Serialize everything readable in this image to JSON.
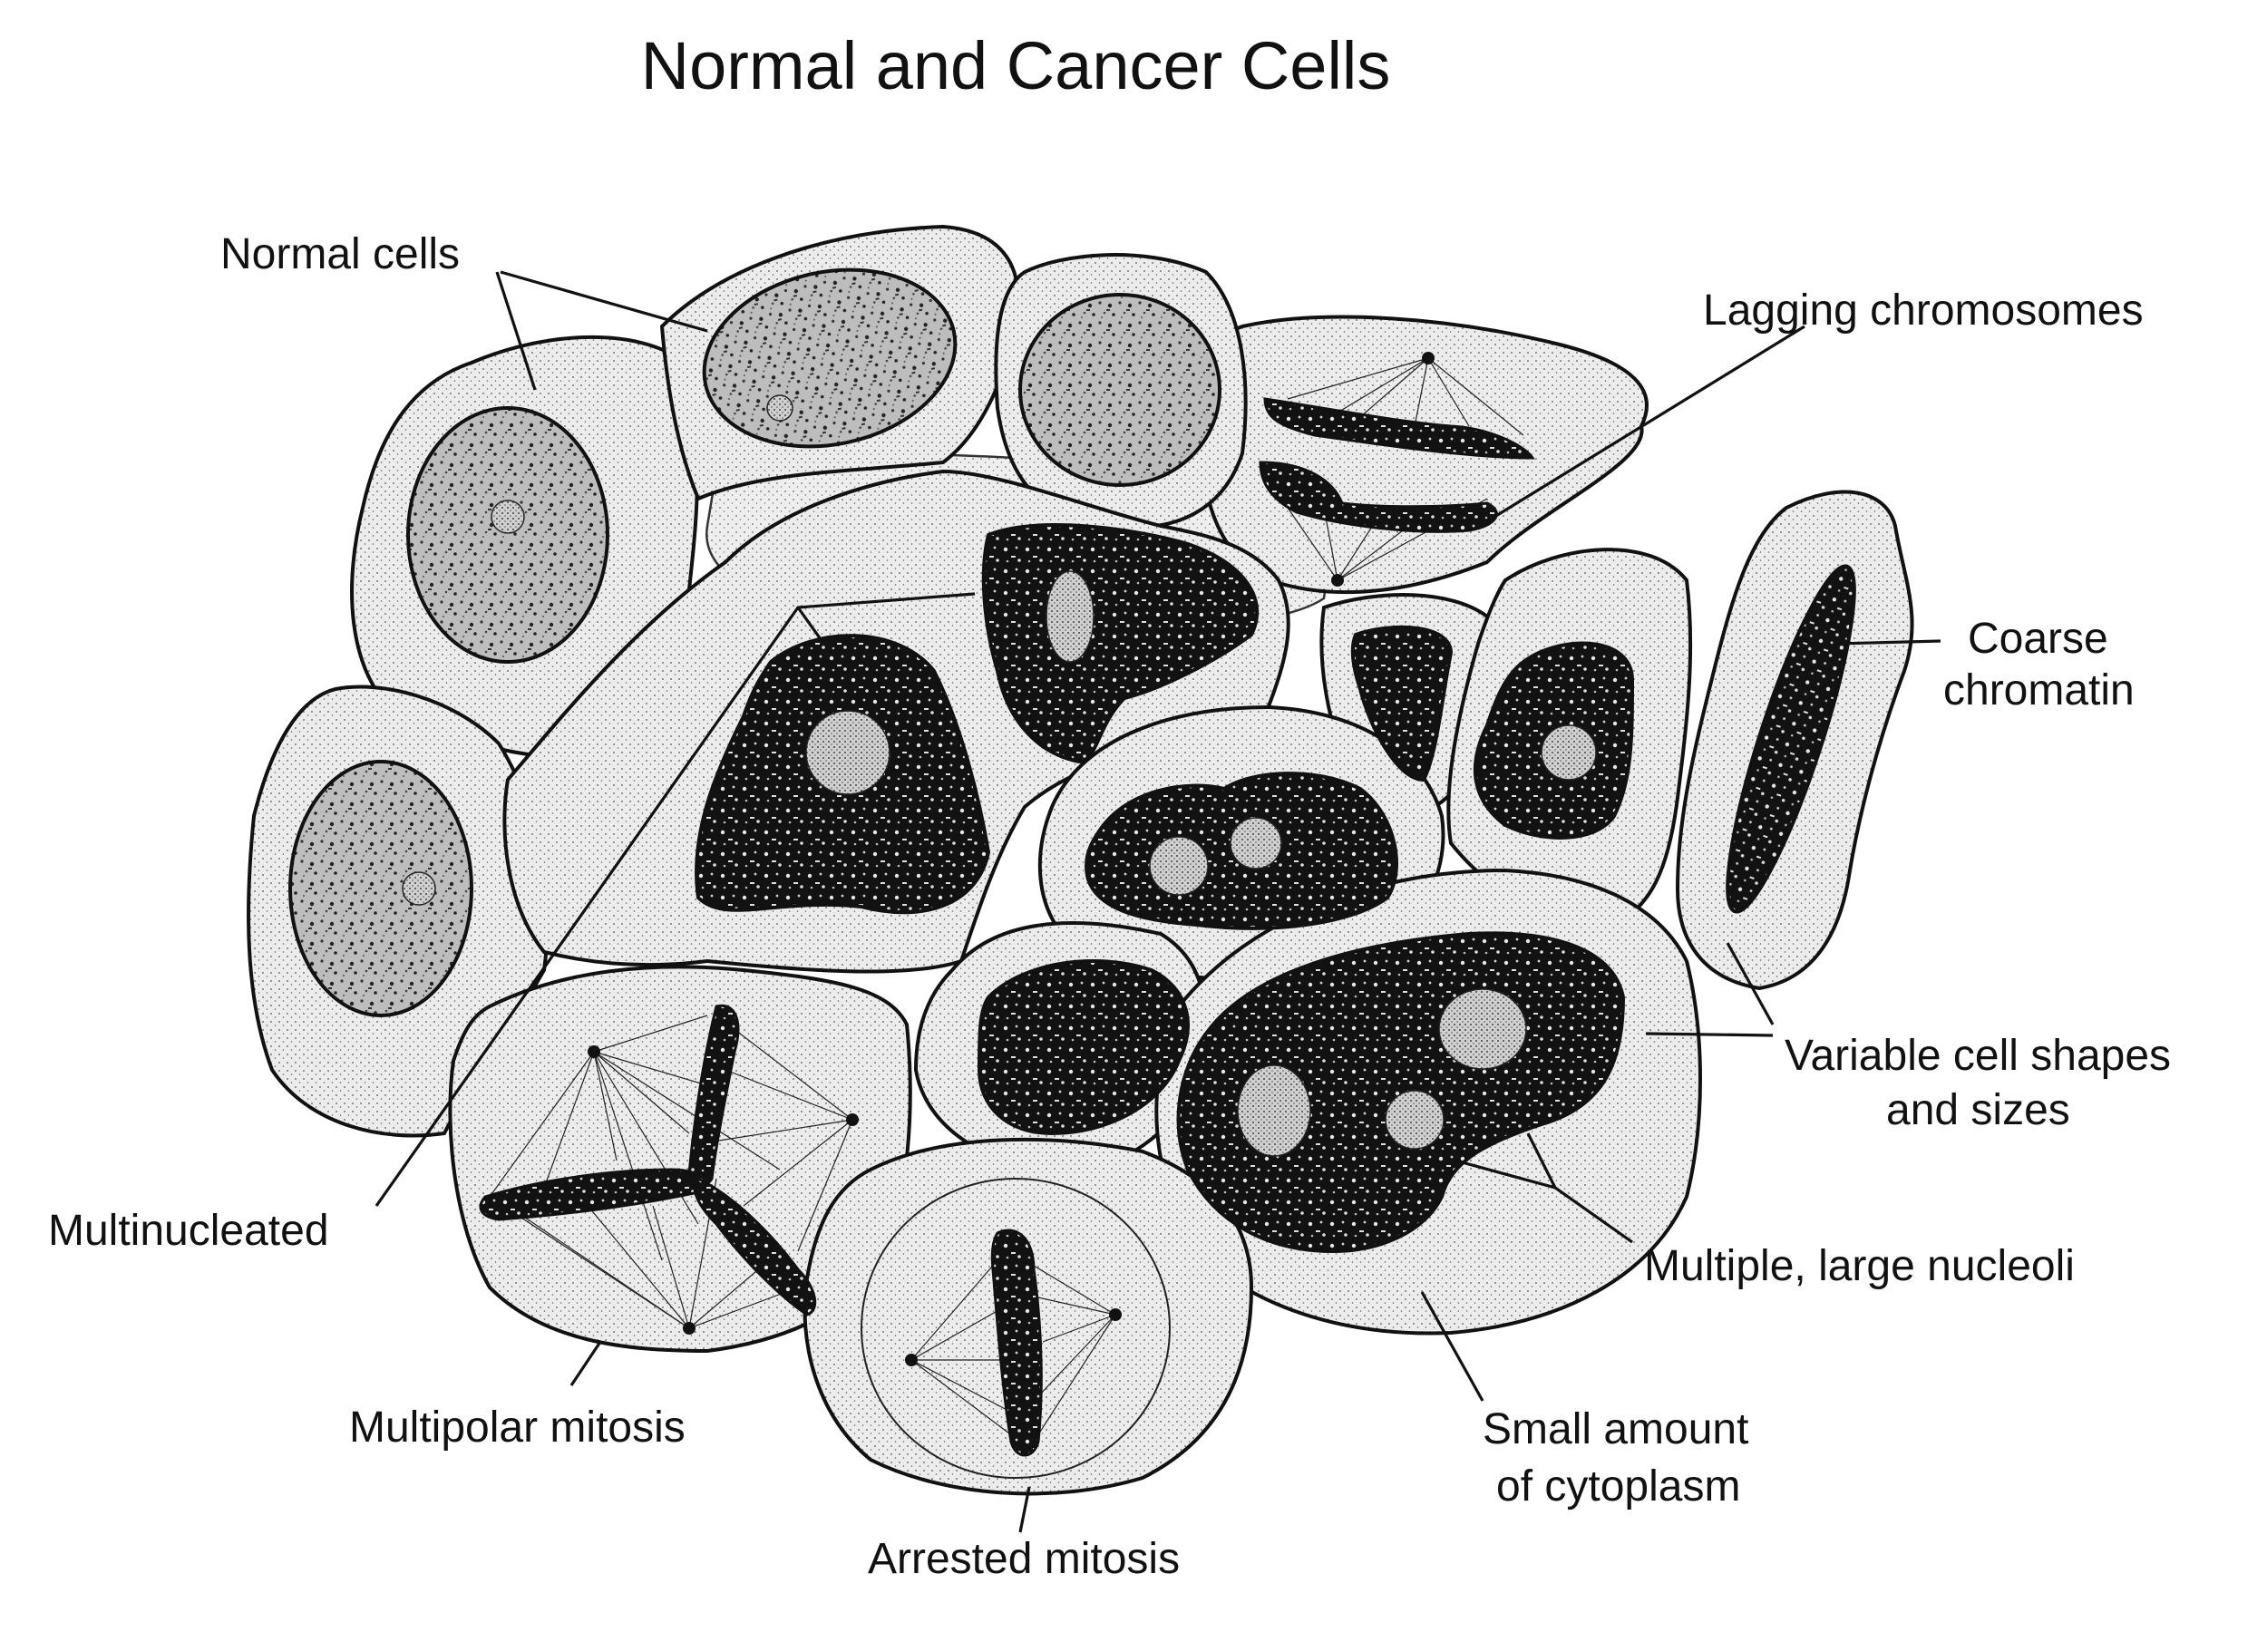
{
  "title": "Normal and Cancer Cells",
  "labels": {
    "normal_cells": "Normal cells",
    "lagging_chromosomes": "Lagging chromosomes",
    "coarse_chromatin_1": "Coarse",
    "coarse_chromatin_2": "chromatin",
    "variable_shapes_1": "Variable cell shapes",
    "variable_shapes_2": "and sizes",
    "multinucleated": "Multinucleated",
    "multiple_nucleoli": "Multiple, large nucleoli",
    "multipolar_mitosis": "Multipolar mitosis",
    "small_cytoplasm_1": "Small amount",
    "small_cytoplasm_2": "of cytoplasm",
    "arrested_mitosis": "Arrested mitosis"
  },
  "colors": {
    "ink": "#111111",
    "paper": "#ffffff",
    "cytoplasm": "#e4e4e4",
    "cancer_nucleus": "#151515"
  }
}
